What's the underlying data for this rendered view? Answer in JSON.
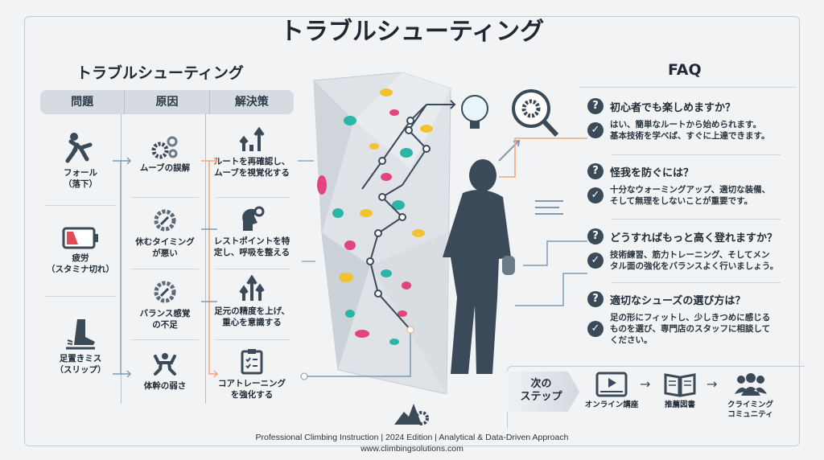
{
  "title": "トラブルシューティング",
  "left": {
    "section_title": "トラブルシューティング",
    "headers": [
      "問題",
      "原因",
      "解決策"
    ],
    "problems": [
      {
        "label1": "フォール",
        "label2": "（落下）"
      },
      {
        "label1": "疲労",
        "label2": "（スタミナ切れ）"
      },
      {
        "label1": "足置きミス",
        "label2": "（スリップ）"
      }
    ],
    "causes": [
      {
        "l1": "ムーブの誤解",
        "l2": ""
      },
      {
        "l1": "休むタイミング",
        "l2": "が悪い"
      },
      {
        "l1": "バランス感覚",
        "l2": "の不足"
      },
      {
        "l1": "体幹の弱さ",
        "l2": ""
      }
    ],
    "solutions": [
      {
        "l1": "ルートを再確認し、",
        "l2": "ムーブを視覚化する"
      },
      {
        "l1": "レストポイントを特",
        "l2": "定し、呼吸を整える"
      },
      {
        "l1": "足元の精度を上げ、",
        "l2": "重心を意識する"
      },
      {
        "l1": "コアトレーニング",
        "l2": "を強化する"
      }
    ]
  },
  "faq": {
    "title": "FAQ",
    "items": [
      {
        "q": "初心者でも楽しめますか？",
        "a1": "はい、簡単なルートから始められます。",
        "a2": "基本技術を学べば、すぐに上達できます。",
        "a3": ""
      },
      {
        "q": "怪我を防ぐには？",
        "a1": "十分なウォーミングアップ、適切な装備、",
        "a2": "そして無理をしないことが重要です。",
        "a3": ""
      },
      {
        "q": "どうすればもっと高く登れますか？",
        "a1": "技術練習、筋力トレーニング、そしてメン",
        "a2": "タル面の強化をバランスよく行いましょう。",
        "a3": ""
      },
      {
        "q": "適切なシューズの選び方は？",
        "a1": "足の形にフィットし、少しきつめに感じる",
        "a2": "ものを選び、専門店のスタッフに相談して",
        "a3": "ください。"
      }
    ]
  },
  "next_steps": {
    "label1": "次の",
    "label2": "ステップ",
    "steps": [
      {
        "l1": "オンライン講座",
        "l2": ""
      },
      {
        "l1": "推薦図書",
        "l2": ""
      },
      {
        "l1": "クライミング",
        "l2": "コミュニティ"
      }
    ]
  },
  "footer": {
    "line": "Professional Climbing Instruction | 2024 Edition | Analytical & Data-Driven Approach",
    "url": "www.climbingsolutions.com"
  },
  "colors": {
    "dark": "#3b4a58",
    "accent_orange": "#f0a878",
    "accent_blue": "#7e9ab3",
    "teal": "#2bb5a8",
    "pink": "#e0457e",
    "yellow": "#f2c230"
  }
}
